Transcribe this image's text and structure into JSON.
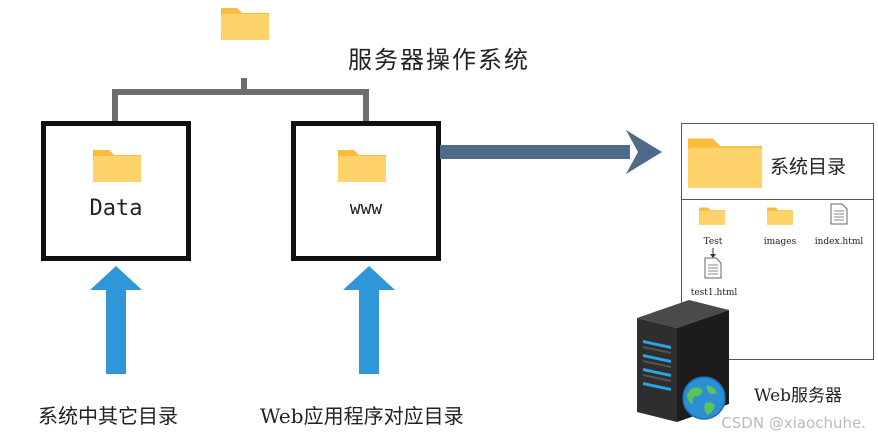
{
  "root": {
    "label": "服务器操作系统",
    "icon": "folder-icon"
  },
  "boxes": [
    {
      "label": "Data",
      "icon": "folder-icon",
      "caption": "系统中其它目录"
    },
    {
      "label": "www",
      "icon": "folder-icon",
      "caption": "Web应用程序对应目录"
    }
  ],
  "panel": {
    "title": "系统目录",
    "icon": "folder-icon",
    "files": [
      {
        "name": "Test",
        "icon": "folder-icon"
      },
      {
        "name": "images",
        "icon": "folder-icon"
      },
      {
        "name": "index.html",
        "icon": "document-icon"
      },
      {
        "name": "test1.html",
        "icon": "document-icon"
      }
    ]
  },
  "server": {
    "label": "Web服务器",
    "icon": "server-icon"
  },
  "watermark": "CSDN @xiaochuhe.",
  "colors": {
    "folder": "#FFD36B",
    "folder_tab": "#F9BC3B",
    "connector": "#6e6e6e",
    "arrow_right": "#4f6b8a",
    "arrow_up": "#2e96d9",
    "server_body": "#2b2b2b",
    "server_light": "#2aa4e8"
  }
}
